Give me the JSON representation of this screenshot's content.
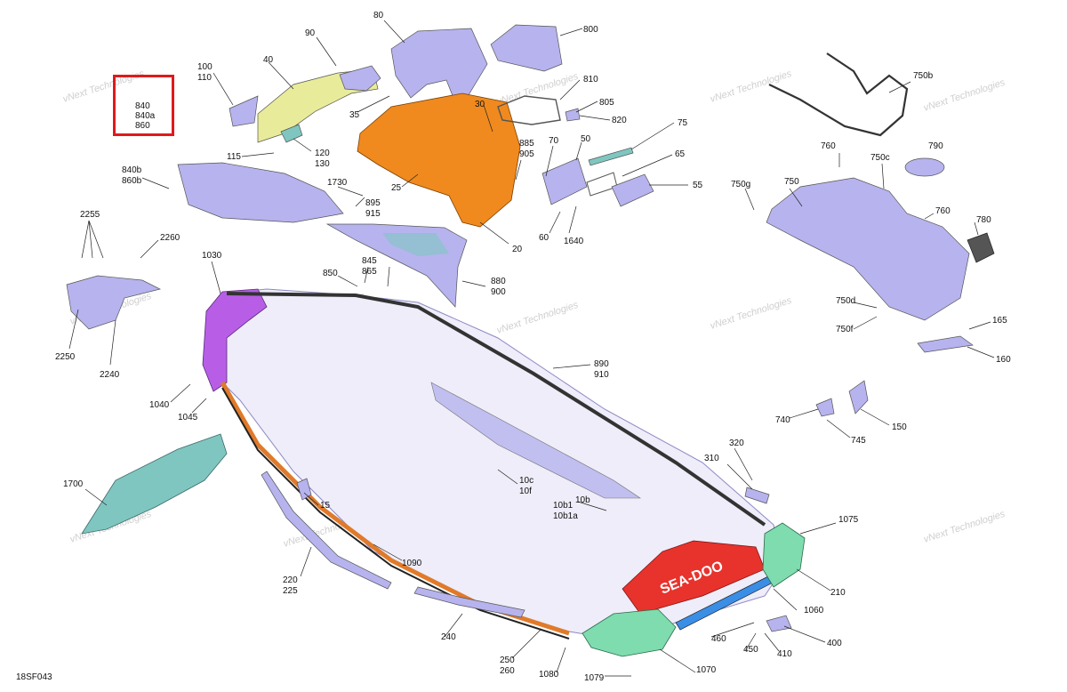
{
  "diagram_id": "18SF043",
  "colors": {
    "accent_box": "#e0191e",
    "part_lavender": "#b7b3ee",
    "part_orange": "#f08a1e",
    "part_yellow": "#e8ec9a",
    "part_purple": "#b85ee6",
    "part_green": "#7edcae",
    "part_red": "#e8322c",
    "part_blue": "#3a8ee6",
    "part_teal": "#7fc6c0"
  },
  "watermark": "vNext Technologies",
  "labels": {
    "l90": "90",
    "l80": "80",
    "l800": "800",
    "l100": "100",
    "l110": "110",
    "l40": "40",
    "l840": "840",
    "l840a": "840a",
    "l860": "860",
    "l35": "35",
    "l30": "30",
    "l810": "810",
    "l805": "805",
    "l820": "820",
    "l75": "75",
    "l115": "115",
    "l120": "120",
    "l130": "130",
    "l885": "885",
    "l905": "905",
    "l70": "70",
    "l50": "50",
    "l65": "65",
    "l55": "55",
    "l840b": "840b",
    "l860b": "860b",
    "l1730": "1730",
    "l25": "25",
    "l895": "895",
    "l915": "915",
    "l60": "60",
    "l1640": "1640",
    "l20": "20",
    "l2255": "2255",
    "l2260": "2260",
    "l1030": "1030",
    "l845": "845",
    "l865": "865",
    "l850": "850",
    "l880": "880",
    "l900": "900",
    "l2250": "2250",
    "l2240": "2240",
    "l750b": "750b",
    "l760a": "760",
    "l750c": "750c",
    "l790": "790",
    "l750g": "750g",
    "l750": "750",
    "l760b": "760",
    "l780": "780",
    "l750d": "750d",
    "l750f": "750f",
    "l165": "165",
    "l160": "160",
    "l890": "890",
    "l910": "910",
    "l1040": "1040",
    "l1045": "1045",
    "l740": "740",
    "l745": "745",
    "l150": "150",
    "l320": "320",
    "l310": "310",
    "l1700": "1700",
    "l15": "15",
    "l10c": "10c",
    "l10f": "10f",
    "l10b": "10b",
    "l10b1": "10b1",
    "l10b1a": "10b1a",
    "l1075": "1075",
    "l220": "220",
    "l225": "225",
    "l1090": "1090",
    "l210": "210",
    "l1060": "1060",
    "l240": "240",
    "l460": "460",
    "l400": "400",
    "l450": "450",
    "l410": "410",
    "l250": "250",
    "l260": "260",
    "l1080": "1080",
    "l1070": "1070",
    "l1079": "1079"
  },
  "hull_logo": "SEA-DOO"
}
